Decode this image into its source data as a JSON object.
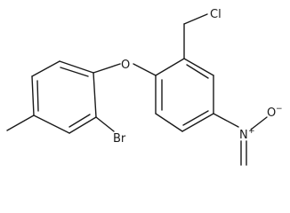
{
  "molecule": {
    "atoms": {
      "oxygen_ether": "O",
      "chlorine": "Cl",
      "bromine": "Br",
      "nitro_nitrogen": "N",
      "nitro_nitrogen_charge": "+",
      "nitro_oxygen": "O",
      "nitro_oxygen_charge": "−"
    }
  }
}
